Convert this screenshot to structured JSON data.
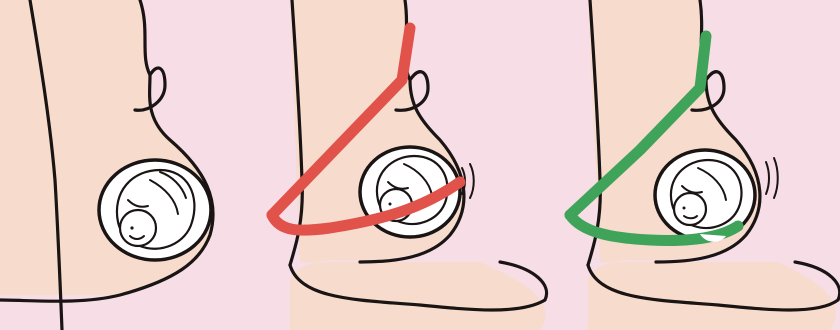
{
  "colors": {
    "background": "#f6dde6",
    "skin": "#f7dccd",
    "outline": "#1a1414",
    "incorrect_belt": "#e0524a",
    "correct_belt": "#3fa459"
  },
  "panels": [
    {
      "name": "no-belt",
      "belt": "none"
    },
    {
      "name": "incorrect-belt",
      "belt": "over-belly",
      "belt_color_key": "incorrect_belt"
    },
    {
      "name": "correct-belt",
      "belt": "under-belly",
      "belt_color_key": "correct_belt"
    }
  ]
}
